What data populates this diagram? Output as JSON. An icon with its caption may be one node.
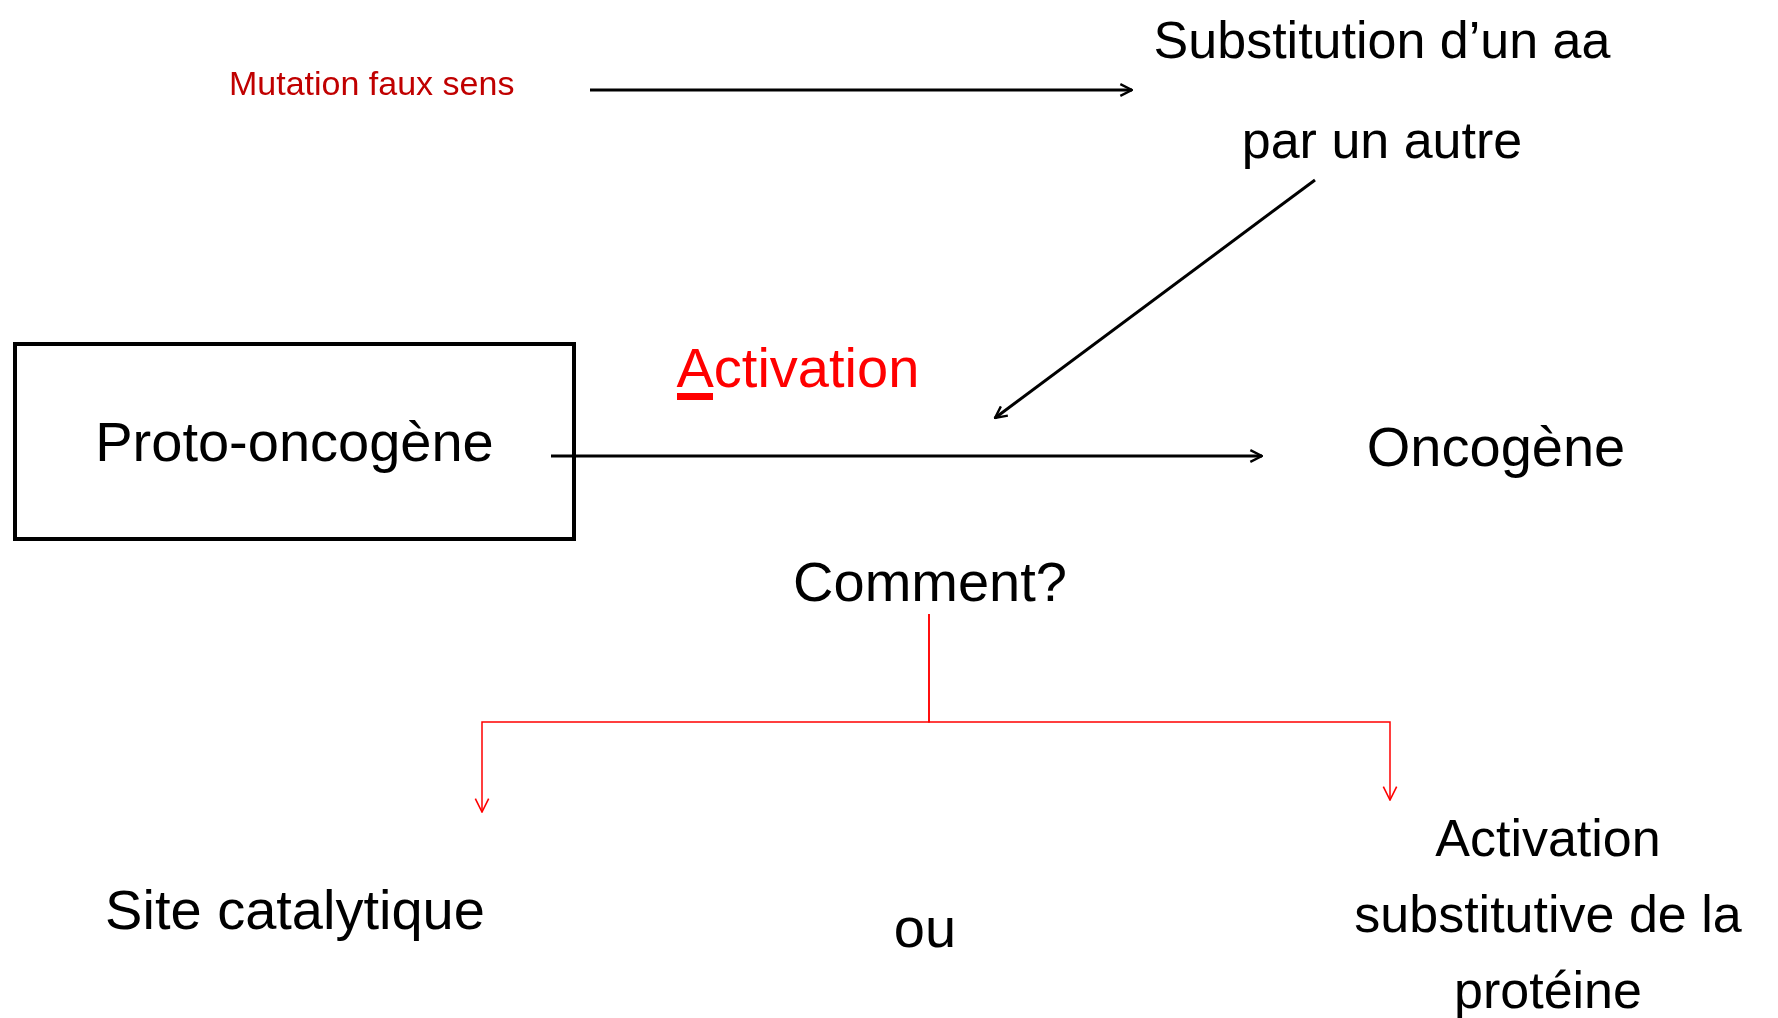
{
  "diagram": {
    "nodes": [
      {
        "text": [
          "Mutation faux sens"
        ]
      },
      {
        "text": [
          "Substitution d’un aa par un autre"
        ]
      },
      {
        "text": [
          "Proto-oncogène"
        ]
      },
      {
        "text": [
          "Oncogène"
        ]
      },
      {
        "text": [
          "Comment?"
        ]
      },
      {
        "text": [
          "Site catalytique"
        ]
      },
      {
        "text": [
          "Activation substitutive de la protéine"
        ]
      }
    ],
    "edges": [
      {
        "from": 0,
        "to": 1,
        "arrow": "to"
      },
      {
        "from": 1,
        "to": null,
        "arrow": "to"
      },
      {
        "from": 2,
        "to": 3,
        "arrow": "to",
        "label": "Activation"
      },
      {
        "from": 4,
        "to": 5,
        "arrow": "to",
        "color": "#ff0000"
      },
      {
        "from": 4,
        "to": 6,
        "arrow": "to",
        "color": "#ff0000"
      }
    ],
    "labels": [
      "ou"
    ]
  }
}
